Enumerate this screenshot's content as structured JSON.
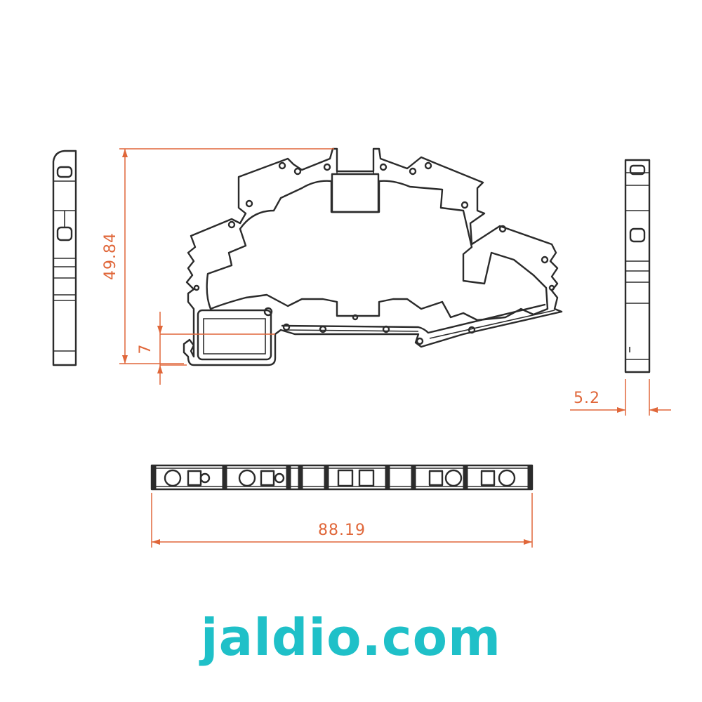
{
  "dimensions": {
    "height": "49.84",
    "rail_offset": "7",
    "thickness": "5.2",
    "length": "88.19"
  },
  "watermark": "jaldio.com",
  "colors": {
    "line": "#2b2b2b",
    "dimension": "#e0673a",
    "brand": "#1fc0c8",
    "background": "#ffffff"
  }
}
